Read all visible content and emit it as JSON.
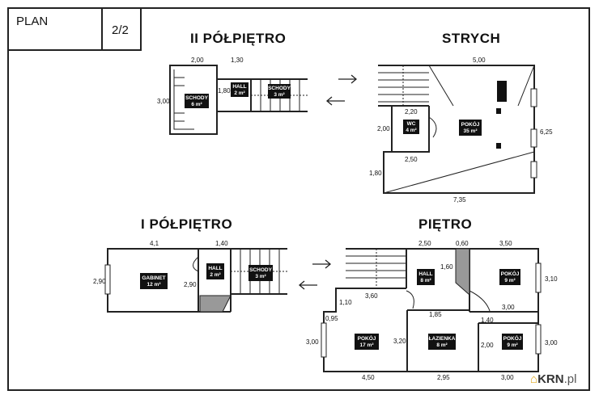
{
  "header": {
    "plan_label": "PLAN",
    "page_label": "2/2"
  },
  "floors": {
    "ii_polpietro": {
      "title": "II PÓŁPIĘTRO"
    },
    "strych": {
      "title": "STRYCH"
    },
    "i_polpietro": {
      "title": "I PÓŁPIĘTRO"
    },
    "pietro": {
      "title": "PIĘTRO"
    }
  },
  "rooms": {
    "ii_schody_6": {
      "name": "SCHODY",
      "area": "6 m²"
    },
    "ii_hall": {
      "name": "HALL",
      "area": "2 m²"
    },
    "ii_schody_3": {
      "name": "SCHODY",
      "area": "3 m²"
    },
    "st_wc": {
      "name": "WC",
      "area": "4 m²"
    },
    "st_pokoj": {
      "name": "POKÓJ",
      "area": "35 m²"
    },
    "i_gabinet": {
      "name": "GABINET",
      "area": "12 m²"
    },
    "i_hall": {
      "name": "HALL",
      "area": "2 m²"
    },
    "i_schody": {
      "name": "SCHODY",
      "area": "3 m²"
    },
    "p_hall": {
      "name": "HALL",
      "area": "8 m²"
    },
    "p_pokoj_9a": {
      "name": "POKÓJ",
      "area": "9 m²"
    },
    "p_pokoj_17": {
      "name": "POKÓJ",
      "area": "17 m²"
    },
    "p_lazienka": {
      "name": "ŁAZIENKA",
      "area": "8 m²"
    },
    "p_pokoj_9b": {
      "name": "POKÓJ",
      "area": "9 m²"
    }
  },
  "dimensions": {
    "ii_top_left": "2,00",
    "ii_top_right": "1,30",
    "ii_left": "3,00",
    "ii_mid": "1,80",
    "st_top": "5,00",
    "st_wc_top": "2,20",
    "st_wc_left": "2,00",
    "st_wc_bottom": "2,50",
    "st_right": "6,25",
    "st_left_low": "1,80",
    "st_bottom": "7,35",
    "i_top_left": "4,1",
    "i_top_right": "1,40",
    "i_left": "2,90",
    "i_mid": "2,90",
    "p_top_a": "2,50",
    "p_top_b": "0,60",
    "p_top_c": "3,50",
    "p_hall_v": "1,60",
    "p_right_top": "3,10",
    "p_pokoj9a_bottom": "3,00",
    "p_360": "3,60",
    "p_110": "1,10",
    "p_095": "0,95",
    "p_185": "1,85",
    "p_140": "1,40",
    "p_left": "3,00",
    "p_320": "3,20",
    "p_200": "2,00",
    "p_right_bottom": "3,00",
    "p_bottom_a": "4,50",
    "p_bottom_b": "2,95",
    "p_bottom_c": "3,00"
  },
  "brand": {
    "name": "KRN",
    "suffix": ".pl"
  }
}
